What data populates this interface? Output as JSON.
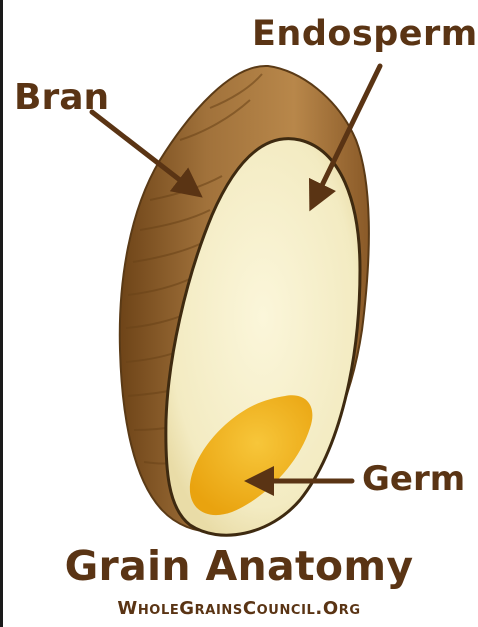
{
  "diagram": {
    "labels": {
      "endosperm": "Endosperm",
      "bran": "Bran",
      "germ": "Germ"
    },
    "title": "Grain Anatomy",
    "source": "WholeGrainsCouncil.Org"
  },
  "colors": {
    "label_text": "#5a3414",
    "bran_brown": "#9a6a34",
    "endosperm_cream": "#f6efc8",
    "germ_yellow": "#f2b21a",
    "arrow": "#5a3414"
  }
}
